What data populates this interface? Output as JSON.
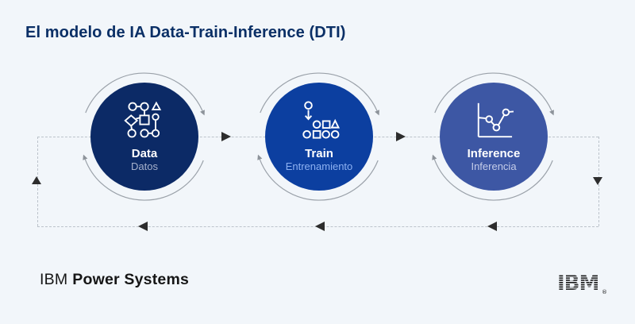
{
  "title": "El modelo de IA Data-Train-Inference (DTI)",
  "colors": {
    "background": "#f2f6fa",
    "title": "#0a2f66",
    "dashed_line": "#bcc3cb",
    "flow_arrow": "#2d2d2d",
    "rotation_arc": "#9aa1a9",
    "footer_text": "#161616"
  },
  "nodes": [
    {
      "id": "data",
      "label": "Data",
      "sublabel": "Datos",
      "icon": "data-scatter-icon",
      "color": "#0c2a66",
      "sublabel_color": "#a6b1cc"
    },
    {
      "id": "train",
      "label": "Train",
      "sublabel": "Entrenamiento",
      "icon": "train-shapes-icon",
      "color": "#0c3fa0",
      "sublabel_color": "#8db1f2"
    },
    {
      "id": "inference",
      "label": "Inference",
      "sublabel": "Inferencia",
      "icon": "inference-chart-icon",
      "color": "#3d57a4",
      "sublabel_color": "#c5cde9"
    }
  ],
  "cycle": {
    "top_flow_direction": "right",
    "bottom_flow_direction": "left"
  },
  "footer": {
    "brand_prefix": "IBM",
    "brand_name": "Power Systems",
    "logo_text": "IBM",
    "logo_reg": "®"
  }
}
